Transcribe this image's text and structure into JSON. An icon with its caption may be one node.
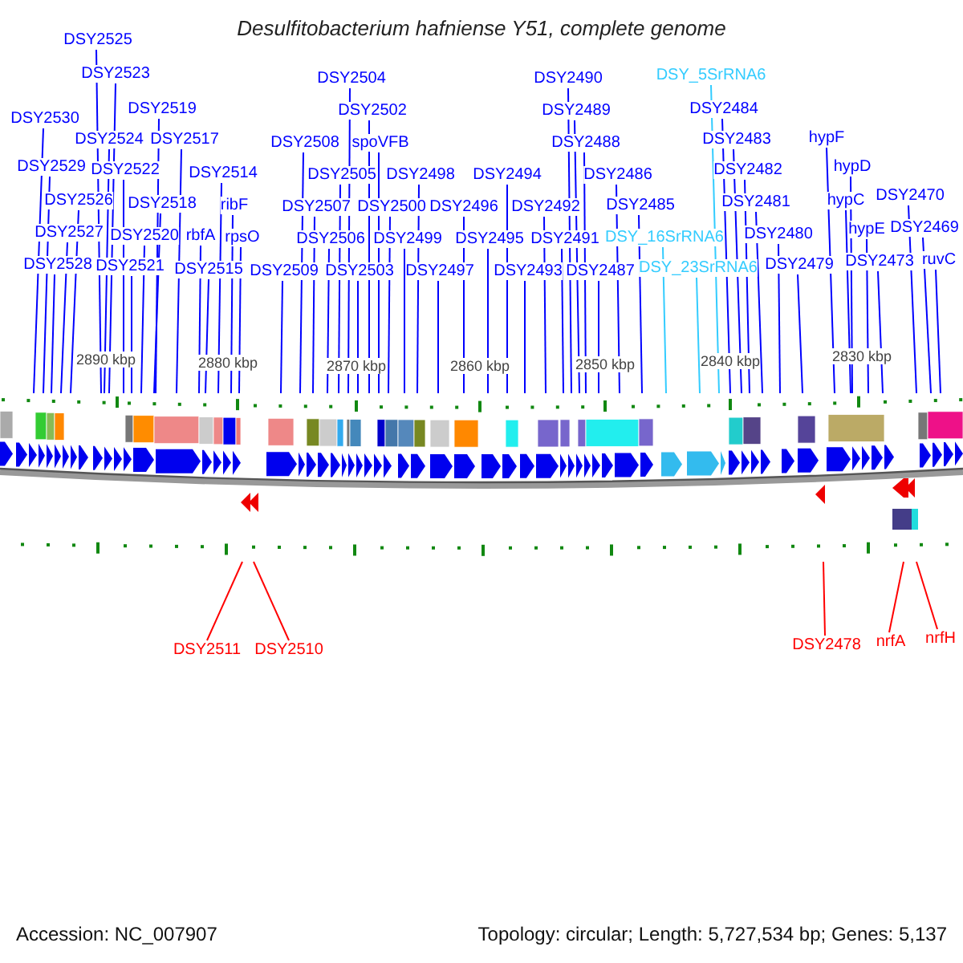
{
  "diagram": {
    "title": "Desulfitobacterium hafniense Y51, complete genome",
    "nodes": [
      {
        "text": [
          "DSY2525"
        ]
      },
      {
        "text": [
          "DSY2523"
        ]
      },
      {
        "text": [
          "DSY2519"
        ]
      },
      {
        "text": [
          "DSY2530"
        ]
      },
      {
        "text": [
          "DSY2524"
        ]
      },
      {
        "text": [
          "DSY2517"
        ]
      },
      {
        "text": [
          "DSY2529"
        ]
      },
      {
        "text": [
          "DSY2522"
        ]
      },
      {
        "text": [
          "DSY2514"
        ]
      },
      {
        "text": [
          "DSY2526"
        ]
      },
      {
        "text": [
          "DSY2518"
        ]
      },
      {
        "text": [
          "ribF"
        ]
      },
      {
        "text": [
          "DSY2527"
        ]
      },
      {
        "text": [
          "DSY2520"
        ]
      },
      {
        "text": [
          "rbfA"
        ]
      },
      {
        "text": [
          "rpsO"
        ]
      },
      {
        "text": [
          "DSY2528"
        ]
      },
      {
        "text": [
          "DSY2521"
        ]
      },
      {
        "text": [
          "DSY2515"
        ]
      },
      {
        "text": [
          "DSY2509"
        ]
      },
      {
        "text": [
          "DSY2504"
        ]
      },
      {
        "text": [
          "DSY2502"
        ]
      },
      {
        "text": [
          "DSY2508"
        ]
      },
      {
        "text": [
          "spoVFB"
        ]
      },
      {
        "text": [
          "DSY2505"
        ]
      },
      {
        "text": [
          "DSY2498"
        ]
      },
      {
        "text": [
          "DSY2494"
        ]
      },
      {
        "text": [
          "DSY2507"
        ]
      },
      {
        "text": [
          "DSY2500"
        ]
      },
      {
        "text": [
          "DSY2496"
        ]
      },
      {
        "text": [
          "DSY2492"
        ]
      },
      {
        "text": [
          "DSY2506"
        ]
      },
      {
        "text": [
          "DSY2499"
        ]
      },
      {
        "text": [
          "DSY2495"
        ]
      },
      {
        "text": [
          "DSY2491"
        ]
      },
      {
        "text": [
          "DSY2503"
        ]
      },
      {
        "text": [
          "DSY2497"
        ]
      },
      {
        "text": [
          "DSY2493"
        ]
      },
      {
        "text": [
          "DSY2487"
        ]
      },
      {
        "text": [
          "DSY2490"
        ]
      },
      {
        "text": [
          "DSY2489"
        ]
      },
      {
        "text": [
          "DSY2488"
        ]
      },
      {
        "text": [
          "DSY2486"
        ]
      },
      {
        "text": [
          "DSY2485"
        ]
      },
      {
        "text": [
          "DSY_16SrRNA6"
        ]
      },
      {
        "text": [
          "DSY_23SrRNA6"
        ]
      },
      {
        "text": [
          "DSY_5SrRNA6"
        ]
      },
      {
        "text": [
          "DSY2484"
        ]
      },
      {
        "text": [
          "DSY2483"
        ]
      },
      {
        "text": [
          "DSY2482"
        ]
      },
      {
        "text": [
          "DSY2481"
        ]
      },
      {
        "text": [
          "DSY2480"
        ]
      },
      {
        "text": [
          "DSY2479"
        ]
      },
      {
        "text": [
          "hypF"
        ]
      },
      {
        "text": [
          "hypD"
        ]
      },
      {
        "text": [
          "hypC"
        ]
      },
      {
        "text": [
          "hypE"
        ]
      },
      {
        "text": [
          "DSY2473"
        ]
      },
      {
        "text": [
          "DSY2470"
        ]
      },
      {
        "text": [
          "DSY2469"
        ]
      },
      {
        "text": [
          "ruvC"
        ]
      },
      {
        "text": [
          "DSY2511"
        ]
      },
      {
        "text": [
          "DSY2510"
        ]
      },
      {
        "text": [
          "DSY2478"
        ]
      },
      {
        "text": [
          "nrfA"
        ]
      },
      {
        "text": [
          "nrfH"
        ]
      }
    ],
    "edges": [
      {
        "from": 0,
        "to": null,
        "arrow": "none"
      },
      {
        "from": 1,
        "to": null,
        "arrow": "none"
      },
      {
        "from": 2,
        "to": null,
        "arrow": "none"
      },
      {
        "from": 3,
        "to": null,
        "arrow": "none"
      },
      {
        "from": 4,
        "to": null,
        "arrow": "none"
      },
      {
        "from": 5,
        "to": null,
        "arrow": "none"
      },
      {
        "from": 6,
        "to": null,
        "arrow": "none"
      },
      {
        "from": 7,
        "to": null,
        "arrow": "none"
      },
      {
        "from": 8,
        "to": null,
        "arrow": "none"
      },
      {
        "from": 9,
        "to": null,
        "arrow": "none"
      },
      {
        "from": 10,
        "to": null,
        "arrow": "none"
      },
      {
        "from": 11,
        "to": null,
        "arrow": "none"
      },
      {
        "from": 12,
        "to": null,
        "arrow": "none"
      },
      {
        "from": 13,
        "to": null,
        "arrow": "none"
      },
      {
        "from": 14,
        "to": null,
        "arrow": "none"
      },
      {
        "from": 15,
        "to": null,
        "arrow": "none"
      },
      {
        "from": 16,
        "to": null,
        "arrow": "none"
      },
      {
        "from": 17,
        "to": null,
        "arrow": "none"
      },
      {
        "from": 18,
        "to": null,
        "arrow": "none"
      },
      {
        "from": 19,
        "to": null,
        "arrow": "none"
      },
      {
        "from": 20,
        "to": null,
        "arrow": "none"
      },
      {
        "from": 21,
        "to": null,
        "arrow": "none"
      },
      {
        "from": 22,
        "to": null,
        "arrow": "none"
      },
      {
        "from": 23,
        "to": null,
        "arrow": "none"
      },
      {
        "from": 24,
        "to": null,
        "arrow": "none"
      },
      {
        "from": 25,
        "to": null,
        "arrow": "none"
      },
      {
        "from": 26,
        "to": null,
        "arrow": "none"
      },
      {
        "from": 27,
        "to": null,
        "arrow": "none"
      },
      {
        "from": 28,
        "to": null,
        "arrow": "none"
      },
      {
        "from": 29,
        "to": null,
        "arrow": "none"
      },
      {
        "from": 30,
        "to": null,
        "arrow": "none"
      },
      {
        "from": 31,
        "to": null,
        "arrow": "none"
      },
      {
        "from": 32,
        "to": null,
        "arrow": "none"
      },
      {
        "from": 33,
        "to": null,
        "arrow": "none"
      },
      {
        "from": 34,
        "to": null,
        "arrow": "none"
      },
      {
        "from": 35,
        "to": null,
        "arrow": "none"
      },
      {
        "from": 36,
        "to": null,
        "arrow": "none"
      },
      {
        "from": 37,
        "to": null,
        "arrow": "none"
      },
      {
        "from": 38,
        "to": null,
        "arrow": "none"
      },
      {
        "from": 39,
        "to": null,
        "arrow": "none"
      },
      {
        "from": 40,
        "to": null,
        "arrow": "none"
      },
      {
        "from": 41,
        "to": null,
        "arrow": "none"
      },
      {
        "from": 42,
        "to": null,
        "arrow": "none"
      },
      {
        "from": 43,
        "to": null,
        "arrow": "none"
      },
      {
        "from": 44,
        "to": null,
        "arrow": "none",
        "color": "#33ccff"
      },
      {
        "from": 45,
        "to": null,
        "arrow": "none",
        "color": "#33ccff"
      },
      {
        "from": 46,
        "to": null,
        "arrow": "none",
        "color": "#33ccff"
      },
      {
        "from": 47,
        "to": null,
        "arrow": "none"
      },
      {
        "from": 48,
        "to": null,
        "arrow": "none"
      },
      {
        "from": 49,
        "to": null,
        "arrow": "none"
      },
      {
        "from": 50,
        "to": null,
        "arrow": "none"
      },
      {
        "from": 51,
        "to": null,
        "arrow": "none"
      },
      {
        "from": 52,
        "to": null,
        "arrow": "none"
      },
      {
        "from": 53,
        "to": null,
        "arrow": "none"
      },
      {
        "from": 54,
        "to": null,
        "arrow": "none"
      },
      {
        "from": 55,
        "to": null,
        "arrow": "none"
      },
      {
        "from": 56,
        "to": null,
        "arrow": "none"
      },
      {
        "from": 57,
        "to": null,
        "arrow": "none"
      },
      {
        "from": 58,
        "to": null,
        "arrow": "none"
      },
      {
        "from": 59,
        "to": null,
        "arrow": "none"
      },
      {
        "from": 60,
        "to": null,
        "arrow": "none"
      },
      {
        "from": 61,
        "to": null,
        "arrow": "none",
        "color": "#ff0000"
      },
      {
        "from": 62,
        "to": null,
        "arrow": "none",
        "color": "#ff0000"
      },
      {
        "from": 63,
        "to": null,
        "arrow": "none",
        "color": "#ff0000"
      },
      {
        "from": 64,
        "to": null,
        "arrow": "none",
        "color": "#ff0000"
      },
      {
        "from": 65,
        "to": null,
        "arrow": "none",
        "color": "#ff0000"
      }
    ],
    "labels": [
      "2890 kbp",
      "2880 kbp",
      "2870 kbp",
      "2860 kbp",
      "2850 kbp",
      "2840 kbp",
      "2830 kbp",
      "Accession: NC_007907",
      "Topology: circular; Length: 5,727,534 bp; Genes: 5,137"
    ]
  }
}
